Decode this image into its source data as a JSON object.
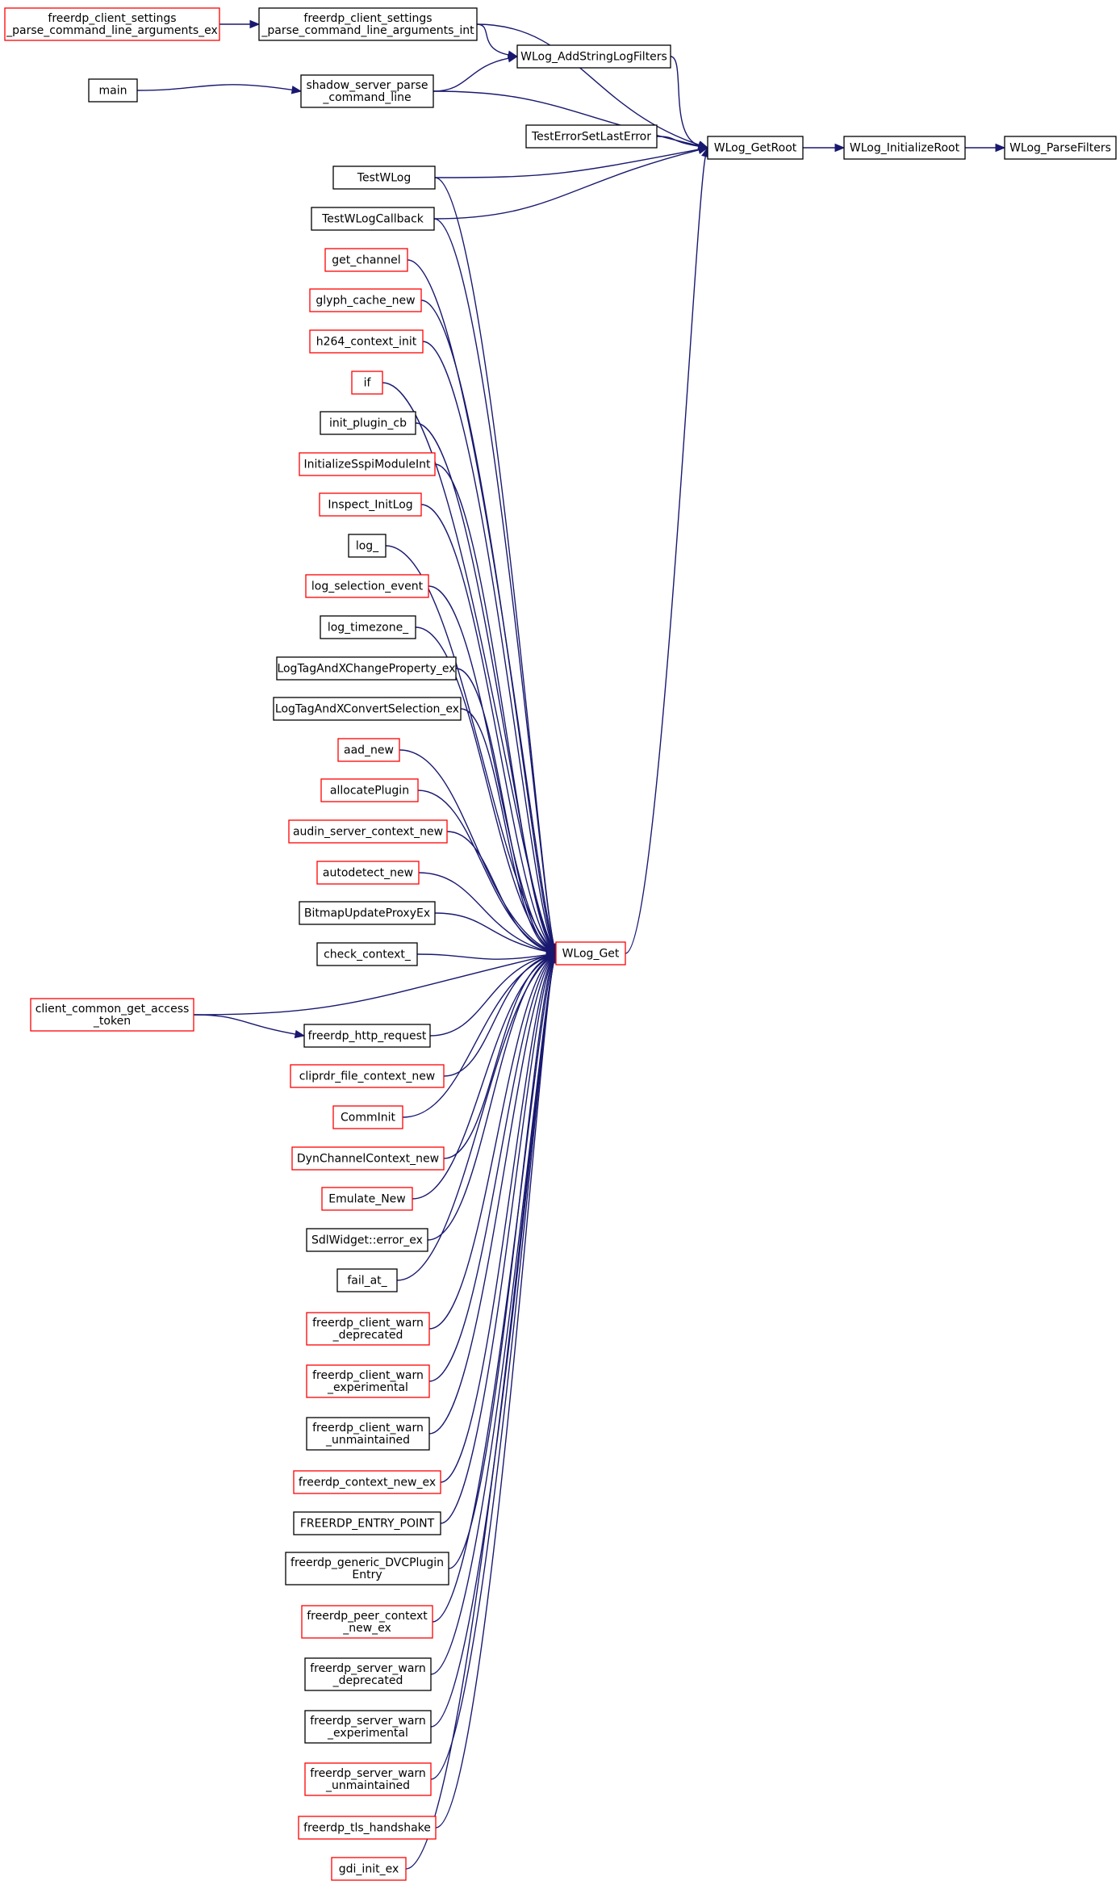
{
  "colors": {
    "edge": "#191970",
    "border_complete": "#000000",
    "border_incomplete": "#ff0000",
    "focus_fill": "#bfbfbf",
    "node_fill": "#ffffff"
  },
  "nodes": [
    {
      "id": "wlog-parsefilters",
      "lines": [
        "WLog_ParseFilters"
      ],
      "border": "complete",
      "focus": true
    },
    {
      "id": "wlog-initializeroot",
      "lines": [
        "WLog_InitializeRoot"
      ],
      "border": "complete"
    },
    {
      "id": "wlog-getroot",
      "lines": [
        "WLog_GetRoot"
      ],
      "border": "complete"
    },
    {
      "id": "wlog-addstringlogfilters",
      "lines": [
        "WLog_AddStringLogFilters"
      ],
      "border": "complete"
    },
    {
      "id": "freerdp-client-settings-int",
      "lines": [
        "freerdp_client_settings",
        "_parse_command_line_arguments_int"
      ],
      "border": "complete"
    },
    {
      "id": "freerdp-client-settings-ex",
      "lines": [
        "freerdp_client_settings",
        "_parse_command_line_arguments_ex"
      ],
      "border": "incomplete"
    },
    {
      "id": "shadow-server-parse",
      "lines": [
        "shadow_server_parse",
        "_command_line"
      ],
      "border": "complete"
    },
    {
      "id": "main",
      "lines": [
        "main"
      ],
      "border": "complete"
    },
    {
      "id": "testerrorsetlasterror",
      "lines": [
        "TestErrorSetLastError"
      ],
      "border": "complete"
    },
    {
      "id": "testwlog",
      "lines": [
        "TestWLog"
      ],
      "border": "complete"
    },
    {
      "id": "testwlogcallback",
      "lines": [
        "TestWLogCallback"
      ],
      "border": "complete"
    },
    {
      "id": "wlog-get",
      "lines": [
        "WLog_Get"
      ],
      "border": "incomplete"
    },
    {
      "id": "get-channel",
      "lines": [
        "get_channel"
      ],
      "border": "incomplete"
    },
    {
      "id": "glyph-cache-new",
      "lines": [
        "glyph_cache_new"
      ],
      "border": "incomplete"
    },
    {
      "id": "h264-context-init",
      "lines": [
        "h264_context_init"
      ],
      "border": "incomplete"
    },
    {
      "id": "if",
      "lines": [
        "if"
      ],
      "border": "incomplete"
    },
    {
      "id": "init-plugin-cb",
      "lines": [
        "init_plugin_cb"
      ],
      "border": "complete"
    },
    {
      "id": "initializesspimoduleint",
      "lines": [
        "InitializeSspiModuleInt"
      ],
      "border": "incomplete"
    },
    {
      "id": "inspect-initlog",
      "lines": [
        "Inspect_InitLog"
      ],
      "border": "incomplete"
    },
    {
      "id": "log",
      "lines": [
        "log_"
      ],
      "border": "complete"
    },
    {
      "id": "log-selection-event",
      "lines": [
        "log_selection_event"
      ],
      "border": "incomplete"
    },
    {
      "id": "log-timezone",
      "lines": [
        "log_timezone_"
      ],
      "border": "complete"
    },
    {
      "id": "logtagandxchangeproperty-ex",
      "lines": [
        "LogTagAndXChangeProperty_ex"
      ],
      "border": "complete"
    },
    {
      "id": "logtagandxconvertselection-ex",
      "lines": [
        "LogTagAndXConvertSelection_ex"
      ],
      "border": "complete"
    },
    {
      "id": "aad-new",
      "lines": [
        "aad_new"
      ],
      "border": "incomplete"
    },
    {
      "id": "allocateplugin",
      "lines": [
        "allocatePlugin"
      ],
      "border": "incomplete"
    },
    {
      "id": "audin-server-context-new",
      "lines": [
        "audin_server_context_new"
      ],
      "border": "incomplete"
    },
    {
      "id": "autodetect-new",
      "lines": [
        "autodetect_new"
      ],
      "border": "incomplete"
    },
    {
      "id": "bitmapupdateproxyex",
      "lines": [
        "BitmapUpdateProxyEx"
      ],
      "border": "complete"
    },
    {
      "id": "check-context",
      "lines": [
        "check_context_"
      ],
      "border": "complete"
    },
    {
      "id": "client-common-get-access-token",
      "lines": [
        "client_common_get_access",
        "_token"
      ],
      "border": "incomplete"
    },
    {
      "id": "freerdp-http-request",
      "lines": [
        "freerdp_http_request"
      ],
      "border": "complete"
    },
    {
      "id": "cliprdr-file-context-new",
      "lines": [
        "cliprdr_file_context_new"
      ],
      "border": "incomplete"
    },
    {
      "id": "comminit",
      "lines": [
        "CommInit"
      ],
      "border": "incomplete"
    },
    {
      "id": "dynchannelcontext-new",
      "lines": [
        "DynChannelContext_new"
      ],
      "border": "incomplete"
    },
    {
      "id": "emulate-new",
      "lines": [
        "Emulate_New"
      ],
      "border": "incomplete"
    },
    {
      "id": "sdlwidget-error-ex",
      "lines": [
        "SdlWidget::error_ex"
      ],
      "border": "complete"
    },
    {
      "id": "fail-at",
      "lines": [
        "fail_at_"
      ],
      "border": "complete"
    },
    {
      "id": "freerdp-client-warn-deprecated",
      "lines": [
        "freerdp_client_warn",
        "_deprecated"
      ],
      "border": "incomplete"
    },
    {
      "id": "freerdp-client-warn-experimental",
      "lines": [
        "freerdp_client_warn",
        "_experimental"
      ],
      "border": "incomplete"
    },
    {
      "id": "freerdp-client-warn-unmaintained",
      "lines": [
        "freerdp_client_warn",
        "_unmaintained"
      ],
      "border": "complete"
    },
    {
      "id": "freerdp-context-new-ex",
      "lines": [
        "freerdp_context_new_ex"
      ],
      "border": "incomplete"
    },
    {
      "id": "freerdp-entry-point",
      "lines": [
        "FREERDP_ENTRY_POINT"
      ],
      "border": "complete"
    },
    {
      "id": "freerdp-generic-dvcpluginentry",
      "lines": [
        "freerdp_generic_DVCPlugin",
        "Entry"
      ],
      "border": "complete"
    },
    {
      "id": "freerdp-peer-context-new-ex",
      "lines": [
        "freerdp_peer_context",
        "_new_ex"
      ],
      "border": "incomplete"
    },
    {
      "id": "freerdp-server-warn-deprecated",
      "lines": [
        "freerdp_server_warn",
        "_deprecated"
      ],
      "border": "complete"
    },
    {
      "id": "freerdp-server-warn-experimental",
      "lines": [
        "freerdp_server_warn",
        "_experimental"
      ],
      "border": "complete"
    },
    {
      "id": "freerdp-server-warn-unmaintained",
      "lines": [
        "freerdp_server_warn",
        "_unmaintained"
      ],
      "border": "incomplete"
    },
    {
      "id": "freerdp-tls-handshake",
      "lines": [
        "freerdp_tls_handshake"
      ],
      "border": "incomplete"
    },
    {
      "id": "gdi-init-ex",
      "lines": [
        "gdi_init_ex"
      ],
      "border": "incomplete"
    }
  ],
  "edges": [
    {
      "from": "wlog-initializeroot",
      "to": "wlog-parsefilters"
    },
    {
      "from": "wlog-getroot",
      "to": "wlog-initializeroot"
    },
    {
      "from": "wlog-addstringlogfilters",
      "to": "wlog-getroot"
    },
    {
      "from": "freerdp-client-settings-int",
      "to": "wlog-getroot"
    },
    {
      "from": "freerdp-client-settings-int",
      "to": "wlog-addstringlogfilters"
    },
    {
      "from": "freerdp-client-settings-ex",
      "to": "freerdp-client-settings-int"
    },
    {
      "from": "shadow-server-parse",
      "to": "wlog-getroot"
    },
    {
      "from": "shadow-server-parse",
      "to": "wlog-addstringlogfilters"
    },
    {
      "from": "main",
      "to": "shadow-server-parse"
    },
    {
      "from": "testerrorsetlasterror",
      "to": "wlog-getroot"
    },
    {
      "from": "testwlog",
      "to": "wlog-getroot"
    },
    {
      "from": "testwlogcallback",
      "to": "wlog-getroot"
    },
    {
      "from": "wlog-get",
      "to": "wlog-getroot"
    },
    {
      "from": "testwlog",
      "to": "wlog-get"
    },
    {
      "from": "testwlogcallback",
      "to": "wlog-get"
    },
    {
      "from": "get-channel",
      "to": "wlog-get"
    },
    {
      "from": "glyph-cache-new",
      "to": "wlog-get"
    },
    {
      "from": "h264-context-init",
      "to": "wlog-get"
    },
    {
      "from": "if",
      "to": "wlog-get"
    },
    {
      "from": "init-plugin-cb",
      "to": "wlog-get"
    },
    {
      "from": "initializesspimoduleint",
      "to": "wlog-get"
    },
    {
      "from": "inspect-initlog",
      "to": "wlog-get"
    },
    {
      "from": "log",
      "to": "wlog-get"
    },
    {
      "from": "log-selection-event",
      "to": "wlog-get"
    },
    {
      "from": "log-timezone",
      "to": "wlog-get"
    },
    {
      "from": "logtagandxchangeproperty-ex",
      "to": "wlog-get"
    },
    {
      "from": "logtagandxconvertselection-ex",
      "to": "wlog-get"
    },
    {
      "from": "aad-new",
      "to": "wlog-get"
    },
    {
      "from": "allocateplugin",
      "to": "wlog-get"
    },
    {
      "from": "audin-server-context-new",
      "to": "wlog-get"
    },
    {
      "from": "autodetect-new",
      "to": "wlog-get"
    },
    {
      "from": "bitmapupdateproxyex",
      "to": "wlog-get"
    },
    {
      "from": "check-context",
      "to": "wlog-get"
    },
    {
      "from": "client-common-get-access-token",
      "to": "wlog-get"
    },
    {
      "from": "client-common-get-access-token",
      "to": "freerdp-http-request"
    },
    {
      "from": "freerdp-http-request",
      "to": "wlog-get"
    },
    {
      "from": "cliprdr-file-context-new",
      "to": "wlog-get"
    },
    {
      "from": "comminit",
      "to": "wlog-get"
    },
    {
      "from": "dynchannelcontext-new",
      "to": "wlog-get"
    },
    {
      "from": "emulate-new",
      "to": "wlog-get"
    },
    {
      "from": "sdlwidget-error-ex",
      "to": "wlog-get"
    },
    {
      "from": "fail-at",
      "to": "wlog-get"
    },
    {
      "from": "freerdp-client-warn-deprecated",
      "to": "wlog-get"
    },
    {
      "from": "freerdp-client-warn-experimental",
      "to": "wlog-get"
    },
    {
      "from": "freerdp-client-warn-unmaintained",
      "to": "wlog-get"
    },
    {
      "from": "freerdp-context-new-ex",
      "to": "wlog-get"
    },
    {
      "from": "freerdp-entry-point",
      "to": "wlog-get"
    },
    {
      "from": "freerdp-generic-dvcpluginentry",
      "to": "wlog-get"
    },
    {
      "from": "freerdp-peer-context-new-ex",
      "to": "wlog-get"
    },
    {
      "from": "freerdp-server-warn-deprecated",
      "to": "wlog-get"
    },
    {
      "from": "freerdp-server-warn-experimental",
      "to": "wlog-get"
    },
    {
      "from": "freerdp-server-warn-unmaintained",
      "to": "wlog-get"
    },
    {
      "from": "freerdp-tls-handshake",
      "to": "wlog-get"
    },
    {
      "from": "gdi-init-ex",
      "to": "wlog-get"
    }
  ]
}
